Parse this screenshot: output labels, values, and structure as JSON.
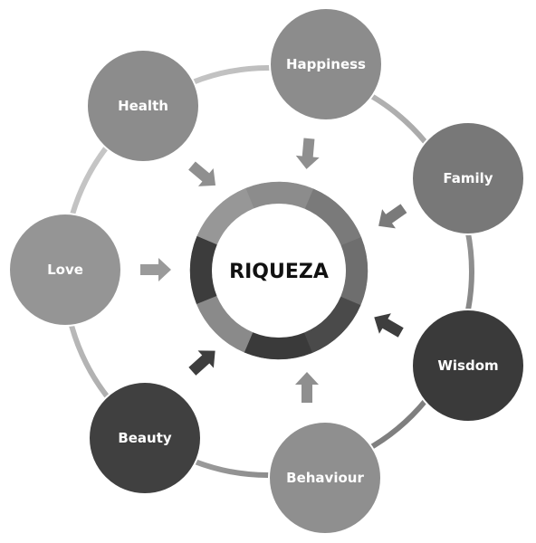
{
  "diagram": {
    "center": {
      "label": "RIQUEZA",
      "segment_colors": [
        "#8c8c8c",
        "#7a7a7a",
        "#6e6e6e",
        "#4a4a4a",
        "#3a3a3a",
        "#8a8a8a",
        "#3c3c3c",
        "#979797"
      ]
    },
    "nodes": [
      {
        "id": "happiness",
        "label": "Happiness",
        "color": "#8c8c8c"
      },
      {
        "id": "family",
        "label": "Family",
        "color": "#787878"
      },
      {
        "id": "wisdom",
        "label": "Wisdom",
        "color": "#3a3a3a"
      },
      {
        "id": "behaviour",
        "label": "Behaviour",
        "color": "#8f8f8f"
      },
      {
        "id": "beauty",
        "label": "Beauty",
        "color": "#404040"
      },
      {
        "id": "love",
        "label": "Love",
        "color": "#959595"
      },
      {
        "id": "health",
        "label": "Health",
        "color": "#8c8c8c"
      }
    ],
    "ring_colors": [
      "#d0d0d0",
      "#a8a8a8",
      "#6b6b6b"
    ]
  }
}
